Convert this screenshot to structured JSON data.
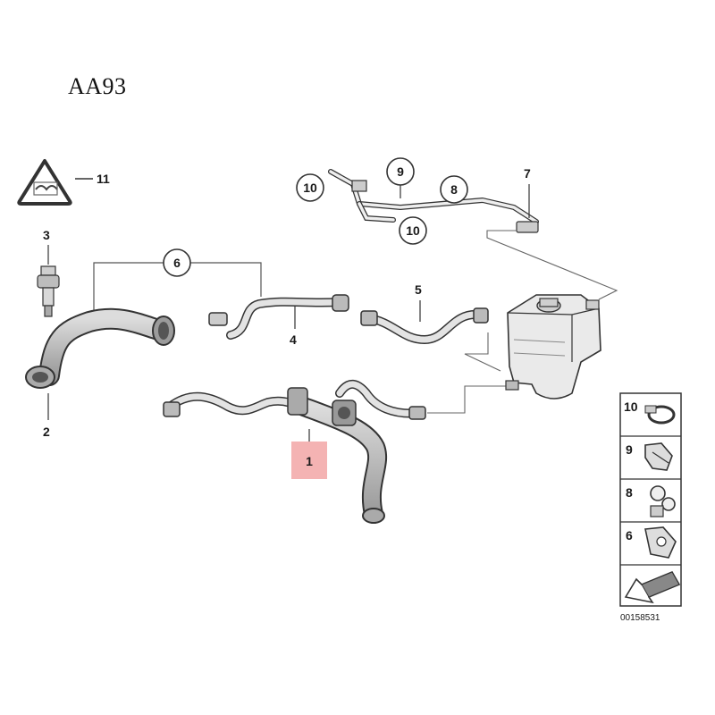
{
  "header": {
    "code": "AA93"
  },
  "diagram": {
    "callouts": {
      "c1": "1",
      "c2": "2",
      "c3": "3",
      "c4": "4",
      "c5": "5",
      "c6": "6",
      "c7": "7",
      "c8": "8",
      "c9": "9",
      "c10a": "10",
      "c10b": "10",
      "c11": "11"
    },
    "highlight_color": "#f4b3b3",
    "legend": {
      "items": [
        "10",
        "9",
        "8",
        "6"
      ]
    },
    "catalog_number": "00158531"
  }
}
